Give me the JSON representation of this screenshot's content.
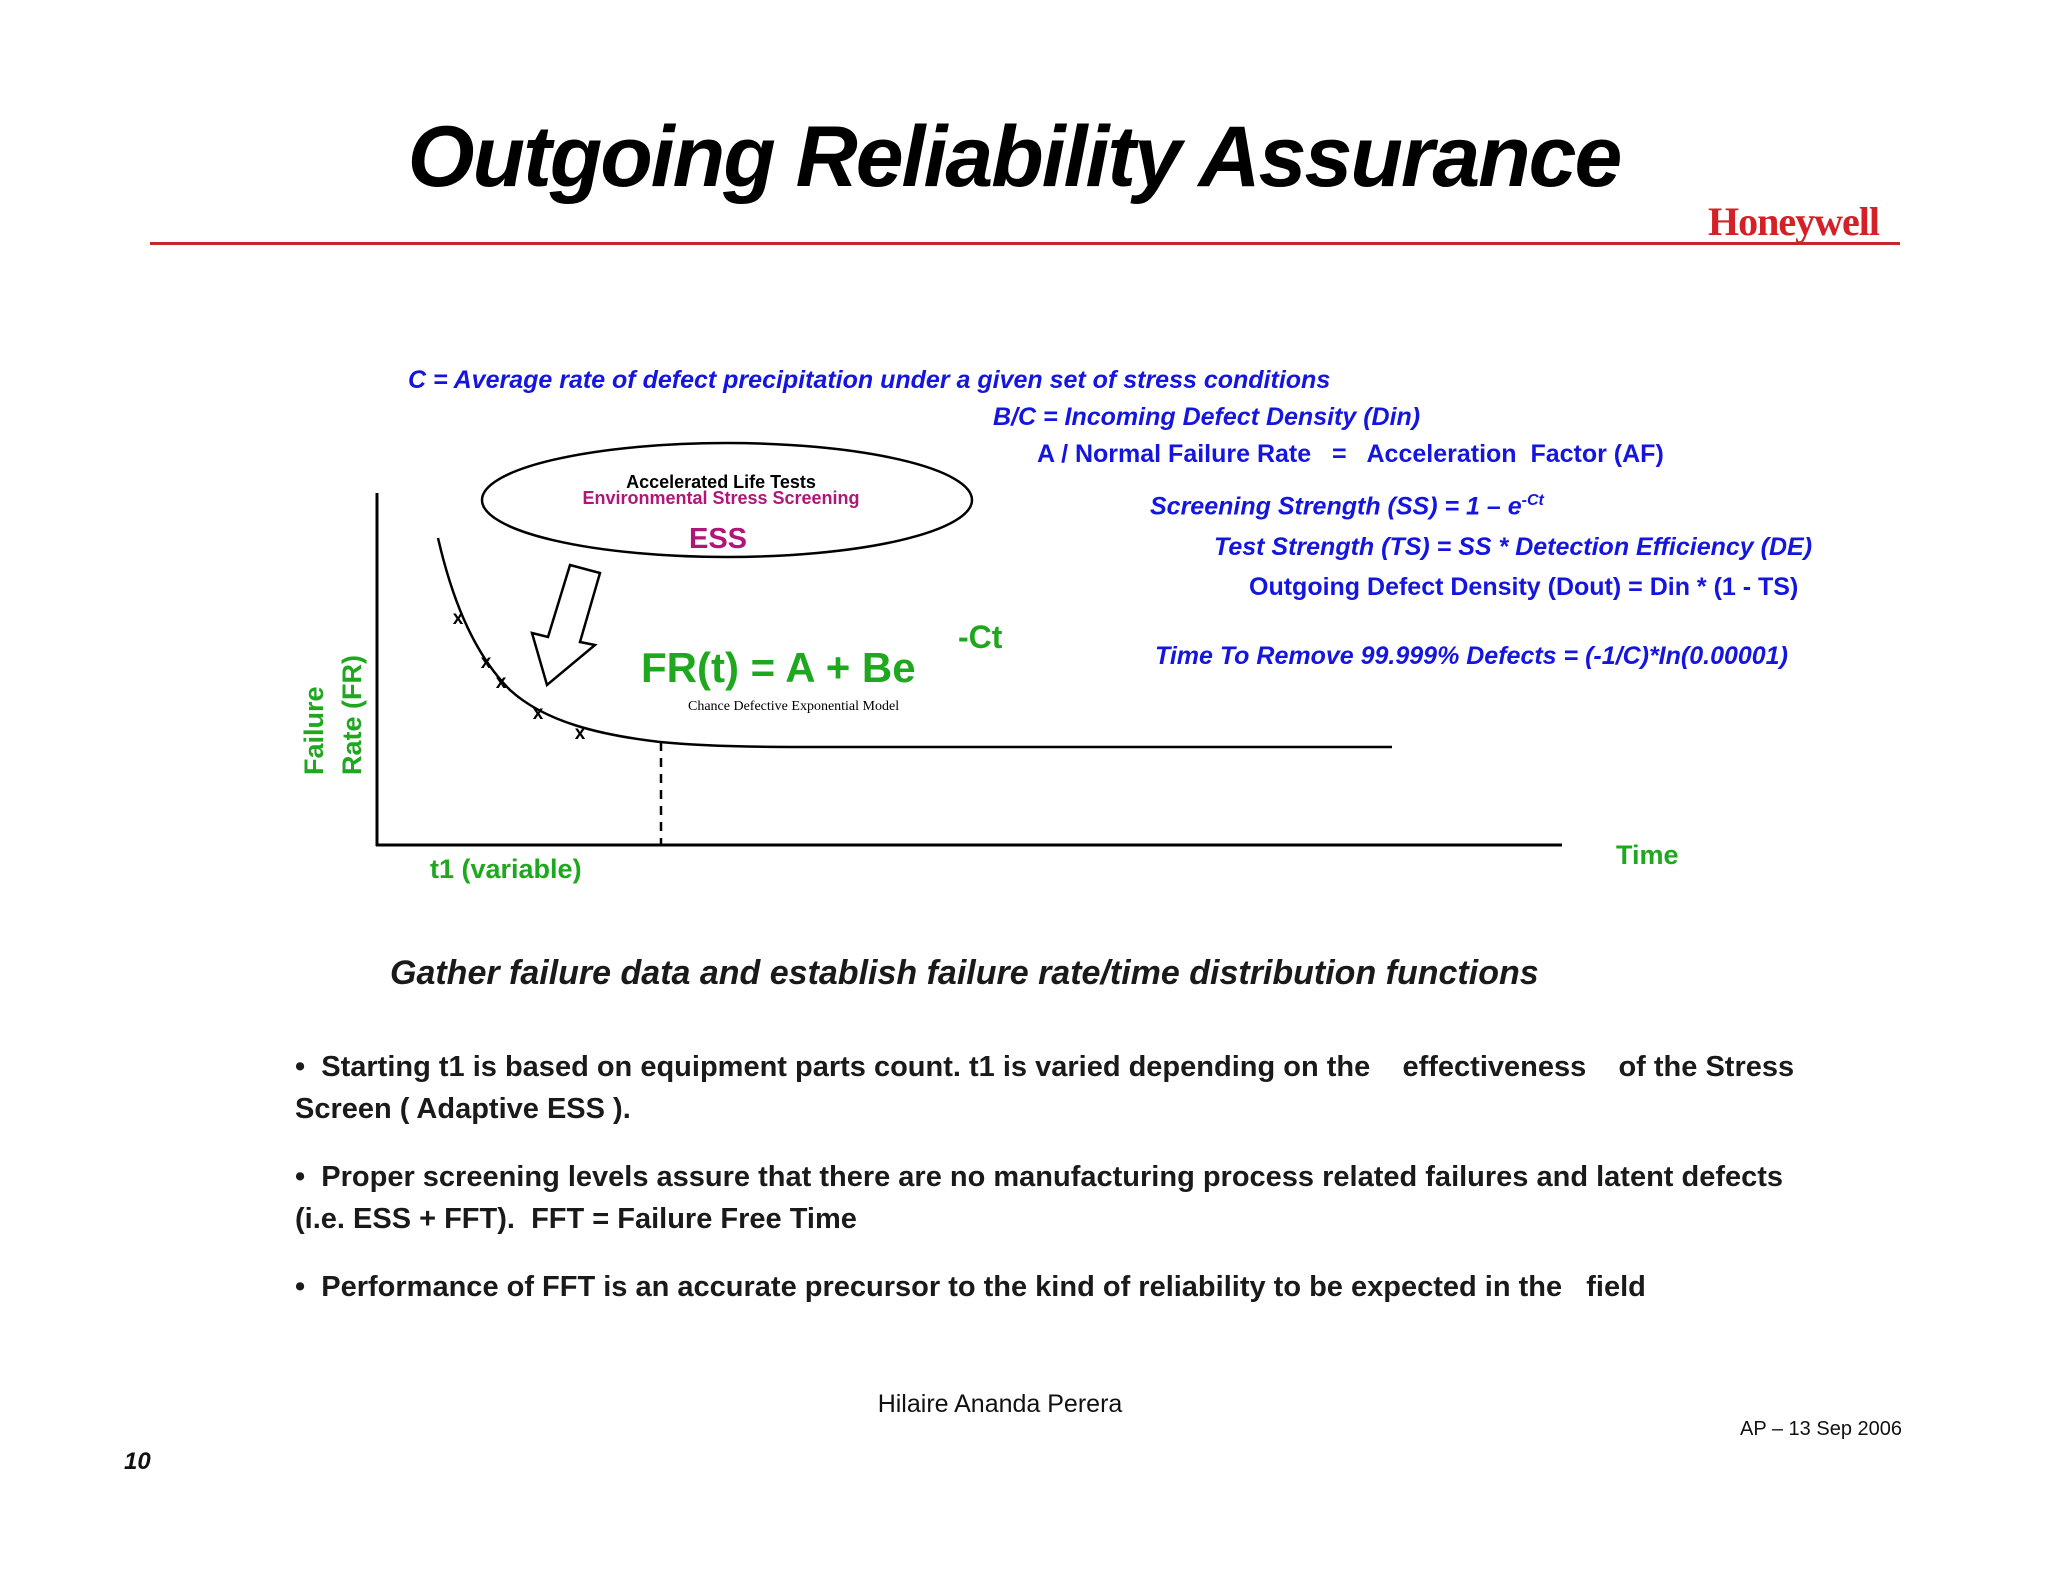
{
  "slide": {
    "title": "Outgoing Reliability Assurance",
    "logo_text": "Honeywell",
    "accent_color": "#c8262b",
    "definitions": {
      "c_def": "C = Average rate of defect precipitation under a given set of stress conditions",
      "bc_def": "B/C = Incoming Defect Density  (Din)",
      "af_def": "A / Normal Failure Rate   =   Acceleration  Factor (AF)",
      "ss_def": "Screening Strength (SS) = 1 – e",
      "ss_sup": "-Ct",
      "ts_def": "Test Strength (TS) = SS * Detection Efficiency (DE)",
      "dout_def": "Outgoing Defect Density (Dout) = Din * (1 - TS)",
      "time_def": "Time To Remove 99.999% Defects = (-1/C)*In(0.00001)"
    },
    "diagram": {
      "ellipse_line1": "Accelerated Life Tests",
      "ellipse_line2": "Environmental Stress Screening",
      "ellipse_line3": "ESS",
      "formula": "FR(t) = A + Be",
      "formula_sup": "-Ct",
      "model_caption": "Chance  Defective  Exponential  Model",
      "y_axis_label_1": "Failure",
      "y_axis_label_2": "Rate (FR)",
      "x_axis_label": "Time",
      "t1_label": "t1 (variable)",
      "marker": "x"
    },
    "subtitle": "Gather failure data and establish failure rate/time distribution functions",
    "bullets": [
      "•  Starting t1 is based on equipment parts count. t1 is varied depending on the    effectiveness    of the Stress Screen ( Adaptive ESS ).",
      "•  Proper screening levels assure that there are no manufacturing process related failures and latent defects (i.e. ESS + FFT).  FFT = Failure Free Time",
      "•  Performance of FFT is an accurate precursor to the kind of reliability to be expected in the   field"
    ],
    "author": "Hilaire Ananda Perera",
    "footer_date": "AP – 13 Sep 2006",
    "page_number": "10",
    "colors": {
      "blue": "#1515e0",
      "green": "#1fa81f",
      "magenta": "#b0157a"
    }
  }
}
